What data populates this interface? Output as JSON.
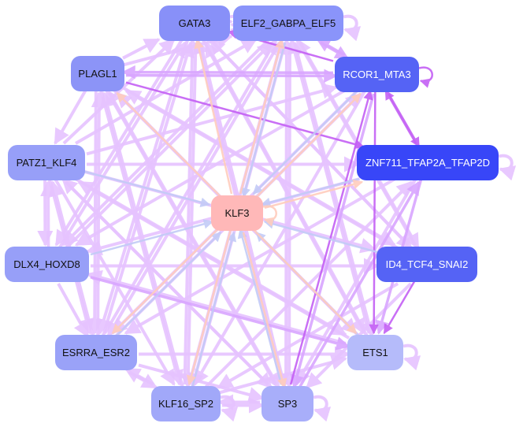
{
  "title": "Regulatory network",
  "nodes": [
    {
      "id": "GATA3",
      "label": "GATA3",
      "color": "#8890f8"
    },
    {
      "id": "ELF2",
      "label": "ELF2_GABPA_ELF5",
      "color": "#8a94fa"
    },
    {
      "id": "PLAGL1",
      "label": "PLAGL1",
      "color": "#8c94f7"
    },
    {
      "id": "RCOR1",
      "label": "RCOR1_MTA3",
      "color": "#5563f5"
    },
    {
      "id": "PATZ1",
      "label": "PATZ1_KLF4",
      "color": "#979ff8"
    },
    {
      "id": "ZNF711",
      "label": "ZNF711_TFAP2A_TFAP2D",
      "color": "#3846f8"
    },
    {
      "id": "KLF3",
      "label": "KLF3",
      "color": "#ffb8b8"
    },
    {
      "id": "DLX4",
      "label": "DLX4_HOXD8",
      "color": "#979ff8"
    },
    {
      "id": "ID4",
      "label": "ID4_TCF4_SNAI2",
      "color": "#5563f5"
    },
    {
      "id": "ESRRA",
      "label": "ESRRA_ESR2",
      "color": "#9aa2f8"
    },
    {
      "id": "ETS1",
      "label": "ETS1",
      "color": "#b5bbfa"
    },
    {
      "id": "KLF16",
      "label": "KLF16_SP2",
      "color": "#a1a8f9"
    },
    {
      "id": "SP3",
      "label": "SP3",
      "color": "#a8aefa"
    }
  ],
  "edge_colors": {
    "light": "#e6c3ff",
    "mid": "#d9a6ff",
    "strong": "#c460f5",
    "blue": "#c3cbf7",
    "salmon": "#ffcdbd"
  },
  "edges": [
    [
      "GATA3",
      "ELF2",
      "light"
    ],
    [
      "ELF2",
      "GATA3",
      "light"
    ],
    [
      "GATA3",
      "GATA3",
      "light"
    ],
    [
      "ELF2",
      "ELF2",
      "light"
    ],
    [
      "RCOR1",
      "RCOR1",
      "strong"
    ],
    [
      "ZNF711",
      "ZNF711",
      "light"
    ],
    [
      "ETS1",
      "ETS1",
      "light"
    ],
    [
      "SP3",
      "SP3",
      "light"
    ],
    [
      "KLF16",
      "KLF16",
      "light"
    ],
    [
      "KLF3",
      "KLF3",
      "salmon"
    ],
    [
      "RCOR1",
      "GATA3",
      "strong"
    ],
    [
      "PLAGL1",
      "ZNF711",
      "strong"
    ],
    [
      "RCOR1",
      "ZNF711",
      "strong"
    ],
    [
      "ZNF711",
      "RCOR1",
      "strong"
    ],
    [
      "PLAGL1",
      "RCOR1",
      "mid"
    ],
    [
      "RCOR1",
      "PLAGL1",
      "mid"
    ],
    [
      "ELF2",
      "RCOR1",
      "mid"
    ],
    [
      "RCOR1",
      "ELF2",
      "mid"
    ],
    [
      "PLAGL1",
      "GATA3",
      "light"
    ],
    [
      "PLAGL1",
      "ELF2",
      "light"
    ],
    [
      "PATZ1",
      "GATA3",
      "light"
    ],
    [
      "PATZ1",
      "ELF2",
      "light"
    ],
    [
      "PATZ1",
      "RCOR1",
      "light"
    ],
    [
      "PATZ1",
      "ZNF711",
      "light"
    ],
    [
      "PATZ1",
      "DLX4",
      "light"
    ],
    [
      "DLX4",
      "PATZ1",
      "light"
    ],
    [
      "DLX4",
      "ID4",
      "light"
    ],
    [
      "DLX4",
      "ETS1",
      "mid"
    ],
    [
      "DLX4",
      "ESRRA",
      "light"
    ],
    [
      "DLX4",
      "GATA3",
      "light"
    ],
    [
      "DLX4",
      "ELF2",
      "light"
    ],
    [
      "ESRRA",
      "ETS1",
      "light"
    ],
    [
      "ESRRA",
      "GATA3",
      "light"
    ],
    [
      "ESRRA",
      "ELF2",
      "light"
    ],
    [
      "ESRRA",
      "KLF16",
      "light"
    ],
    [
      "KLF16",
      "ESRRA",
      "light"
    ],
    [
      "ESRRA",
      "RCOR1",
      "light"
    ],
    [
      "ESRRA",
      "SP3",
      "light"
    ],
    [
      "KLF16",
      "SP3",
      "light"
    ],
    [
      "SP3",
      "KLF16",
      "light"
    ],
    [
      "KLF16",
      "GATA3",
      "light"
    ],
    [
      "KLF16",
      "ELF2",
      "light"
    ],
    [
      "KLF16",
      "ETS1",
      "light"
    ],
    [
      "KLF16",
      "ZNF711",
      "light"
    ],
    [
      "KLF16",
      "PLAGL1",
      "light"
    ],
    [
      "SP3",
      "GATA3",
      "light"
    ],
    [
      "SP3",
      "ELF2",
      "light"
    ],
    [
      "SP3",
      "RCOR1",
      "strong"
    ],
    [
      "SP3",
      "ZNF711",
      "mid"
    ],
    [
      "SP3",
      "PLAGL1",
      "light"
    ],
    [
      "SP3",
      "PATZ1",
      "light"
    ],
    [
      "ETS1",
      "GATA3",
      "light"
    ],
    [
      "ETS1",
      "ELF2",
      "light"
    ],
    [
      "ETS1",
      "PLAGL1",
      "light"
    ],
    [
      "ETS1",
      "PATZ1",
      "light"
    ],
    [
      "ETS1",
      "DLX4",
      "light"
    ],
    [
      "ID4",
      "ETS1",
      "strong"
    ],
    [
      "ID4",
      "GATA3",
      "light"
    ],
    [
      "ID4",
      "ELF2",
      "light"
    ],
    [
      "ID4",
      "PLAGL1",
      "light"
    ],
    [
      "ID4",
      "SP3",
      "light"
    ],
    [
      "ID4",
      "KLF16",
      "light"
    ],
    [
      "ZNF711",
      "ESRRA",
      "light"
    ],
    [
      "ZNF711",
      "DLX4",
      "light"
    ],
    [
      "ZNF711",
      "SP3",
      "light"
    ],
    [
      "ZNF711",
      "ETS1",
      "mid"
    ],
    [
      "RCOR1",
      "ETS1",
      "strong"
    ],
    [
      "RCOR1",
      "SP3",
      "mid"
    ],
    [
      "RCOR1",
      "KLF16",
      "light"
    ],
    [
      "RCOR1",
      "DLX4",
      "light"
    ],
    [
      "RCOR1",
      "ESRRA",
      "light"
    ],
    [
      "GATA3",
      "ETS1",
      "light"
    ],
    [
      "GATA3",
      "SP3",
      "light"
    ],
    [
      "GATA3",
      "ID4",
      "light"
    ],
    [
      "GATA3",
      "ESRRA",
      "light"
    ],
    [
      "GATA3",
      "KLF16",
      "light"
    ],
    [
      "GATA3",
      "DLX4",
      "light"
    ],
    [
      "ELF2",
      "ESRRA",
      "light"
    ],
    [
      "ELF2",
      "KLF16",
      "light"
    ],
    [
      "ELF2",
      "SP3",
      "light"
    ],
    [
      "ELF2",
      "ETS1",
      "light"
    ],
    [
      "ELF2",
      "ID4",
      "light"
    ],
    [
      "ELF2",
      "DLX4",
      "light"
    ],
    [
      "PLAGL1",
      "ETS1",
      "light"
    ],
    [
      "PLAGL1",
      "SP3",
      "light"
    ],
    [
      "PLAGL1",
      "KLF16",
      "light"
    ],
    [
      "PLAGL1",
      "ESRRA",
      "light"
    ],
    [
      "PLAGL1",
      "ID4",
      "light"
    ],
    [
      "PLAGL1",
      "PATZ1",
      "light"
    ],
    [
      "PATZ1",
      "ESRRA",
      "light"
    ],
    [
      "PATZ1",
      "KLF16",
      "light"
    ],
    [
      "PATZ1",
      "SP3",
      "light"
    ],
    [
      "PATZ1",
      "ETS1",
      "light"
    ],
    [
      "PATZ1",
      "ID4",
      "light"
    ],
    [
      "ESRRA",
      "PATZ1",
      "light"
    ],
    [
      "ESRRA",
      "PLAGL1",
      "light"
    ],
    [
      "PATZ1",
      "KLF3",
      "blue"
    ],
    [
      "DLX4",
      "KLF3",
      "blue"
    ],
    [
      "ID4",
      "KLF3",
      "blue"
    ],
    [
      "ZNF711",
      "KLF3",
      "blue"
    ],
    [
      "ELF2",
      "KLF3",
      "blue"
    ],
    [
      "RCOR1",
      "KLF3",
      "blue"
    ],
    [
      "ETS1",
      "KLF3",
      "blue"
    ],
    [
      "ESRRA",
      "KLF3",
      "blue"
    ],
    [
      "KLF16",
      "KLF3",
      "blue"
    ],
    [
      "SP3",
      "KLF3",
      "blue"
    ],
    [
      "KLF3",
      "GATA3",
      "salmon"
    ],
    [
      "KLF3",
      "ELF2",
      "salmon"
    ],
    [
      "KLF3",
      "PLAGL1",
      "salmon"
    ],
    [
      "KLF3",
      "RCOR1",
      "salmon"
    ],
    [
      "KLF3",
      "ZNF711",
      "salmon"
    ],
    [
      "KLF3",
      "ESRRA",
      "salmon"
    ],
    [
      "KLF3",
      "KLF16",
      "salmon"
    ],
    [
      "KLF3",
      "SP3",
      "salmon"
    ],
    [
      "KLF3",
      "ETS1",
      "salmon"
    ]
  ]
}
